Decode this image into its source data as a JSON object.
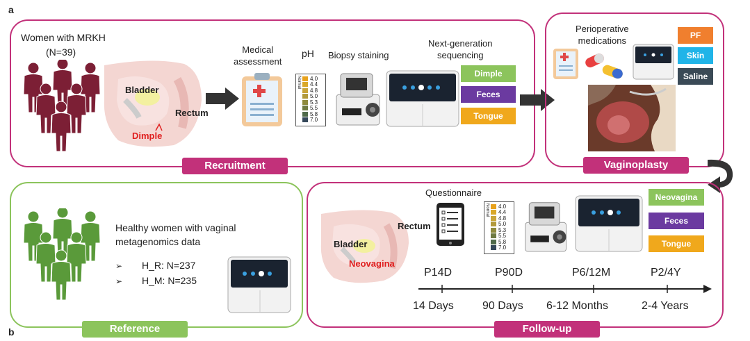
{
  "panel_a": "a",
  "panel_b": "b",
  "recruitment": {
    "title": "Women with MRKH",
    "n": "(N=39)",
    "bladder": "Bladder",
    "rectum": "Rectum",
    "dimple": "Dimple",
    "medical": "Medical\nassessment",
    "ph": "pH",
    "biopsy": "Biopsy staining",
    "ngs": "Next-generation\nsequencing",
    "tags": [
      "Dimple",
      "Feces",
      "Tongue"
    ],
    "label": "Recruitment"
  },
  "ph_scale": {
    "normal": "Normal",
    "values": [
      "4.0",
      "4.4",
      "4.8",
      "5.0",
      "5.3",
      "5.5",
      "5.8",
      "7.0"
    ],
    "colors": [
      "#e8a21c",
      "#d9a82a",
      "#c9a53a",
      "#b29a3c",
      "#8e8a3d",
      "#6e7a42",
      "#4f6a4a",
      "#35485a"
    ]
  },
  "vaginoplasty": {
    "medications": "Perioperative\nmedications",
    "tags": [
      "PF",
      "Skin",
      "Saline"
    ],
    "label": "Vaginoplasty"
  },
  "reference": {
    "text": "Healthy women with vaginal\nmetagenomics data",
    "items": [
      "H_R: N=237",
      "H_M: N=235"
    ],
    "bullet": "➢",
    "label": "Reference"
  },
  "followup": {
    "questionnaire": "Questionnaire",
    "rectum": "Rectum",
    "bladder": "Bladder",
    "neovagina": "Neovagina",
    "tags": [
      "Neovagina",
      "Feces",
      "Tongue"
    ],
    "timepoints": [
      "P14D",
      "P90D",
      "P6/12M",
      "P2/4Y"
    ],
    "durations": [
      "14 Days",
      "90 Days",
      "6-12 Months",
      "2-4 Years"
    ],
    "label": "Follow-up"
  },
  "colors": {
    "pink": "#c2317a",
    "green_border": "#8cc45c",
    "green_tag": "#8cc45c",
    "purple": "#6b3aa0",
    "orange": "#f0a81c",
    "pf": "#f07f2e",
    "skin": "#20b4e8",
    "saline": "#3a4a56",
    "maroon": "#7c1f35",
    "person_green": "#5a9a3a"
  }
}
